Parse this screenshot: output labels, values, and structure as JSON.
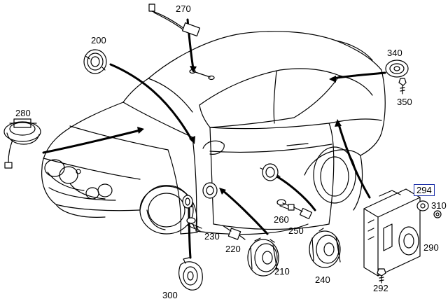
{
  "labels": {
    "p200": "200",
    "p210": "210",
    "p220": "220",
    "p230": "230",
    "p240": "240",
    "p250": "250",
    "p260": "260",
    "p270": "270",
    "p280": "280",
    "p290": "290",
    "p292": "292",
    "p294": "294",
    "p300": "300",
    "p310": "310",
    "p340": "340",
    "p350": "350"
  },
  "highlight": {
    "part": "294",
    "color": "#1c2fa8"
  }
}
